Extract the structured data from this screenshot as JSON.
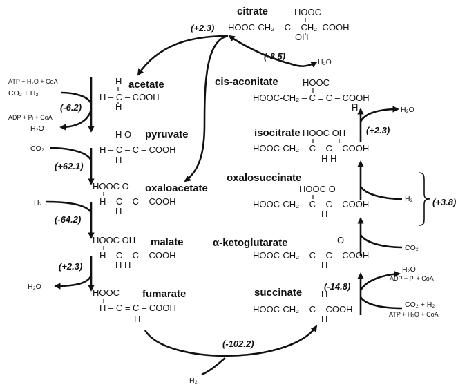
{
  "compounds": {
    "citrate": {
      "name": "citrate",
      "lines": [
        "HOOC",
        "HOOC-CH₂ – C – CH₂–COOH",
        "OH"
      ]
    },
    "cis_aconitate": {
      "name": "cis-aconitate",
      "lines": [
        "HOOC",
        "HOOC-CH₂ – C = C – COOH",
        "H"
      ]
    },
    "isocitrate": {
      "name": "isocitrate",
      "lines": [
        "HOOC  OH",
        "HOOC-CH₂ – C – C – COOH",
        "H    H"
      ]
    },
    "oxalosuccinate": {
      "name": "oxalosuccinate",
      "lines": [
        "HOOC   O",
        "HOOC-CH₂ – C – C – COOH",
        "H"
      ]
    },
    "ketoglutarate": {
      "name": "α-ketoglutarate",
      "lines": [
        "O",
        "HOOC-CH₂ – C – C – COOH",
        "H"
      ]
    },
    "succinate": {
      "name": "succinate",
      "lines": [
        "H",
        "HOOC-CH₂ – C – COOH",
        "H"
      ]
    },
    "acetate": {
      "name": "acetate",
      "lines": [
        "H",
        "H – C – COOH",
        "H"
      ]
    },
    "pyruvate": {
      "name": "pyruvate",
      "lines": [
        "H   O",
        "H – C – C – COOH",
        "H"
      ]
    },
    "oxaloacetate": {
      "name": "oxaloacetate",
      "lines": [
        "HOOC  O",
        "H – C – C – COOH",
        "H"
      ]
    },
    "malate": {
      "name": "malate",
      "lines": [
        "HOOC  OH",
        "H – C – C – COOH",
        "H    H"
      ]
    },
    "fumarate": {
      "name": "fumarate",
      "lines": [
        "HOOC",
        "H – C = C – COOH",
        "H"
      ]
    }
  },
  "energies": {
    "citrate_split": "(+2.3)",
    "citrate_dehydration": "(-8.5)",
    "acetate_activation": "(-6.2)",
    "pyruvate_formation": "(+62.1)",
    "oxaloacetate_reduction": "(-64.2)",
    "malate_dehydration": "(+2.3)",
    "isocitrate_hydration": "(+2.3)",
    "oxalosuccinate_pair": "(+3.8)",
    "succinate_activation": "(-14.8)",
    "fumarate_reduction": "(-102.2)"
  },
  "cofactors": {
    "atp_h2o_coa": "ATP + H₂O + CoA",
    "co2_h2": "CO₂ + H₂",
    "adp_pi_coa": "ADP + Pᵢ + CoA",
    "h2o": "H₂O",
    "co2": "CO₂",
    "h2": "H₂"
  }
}
